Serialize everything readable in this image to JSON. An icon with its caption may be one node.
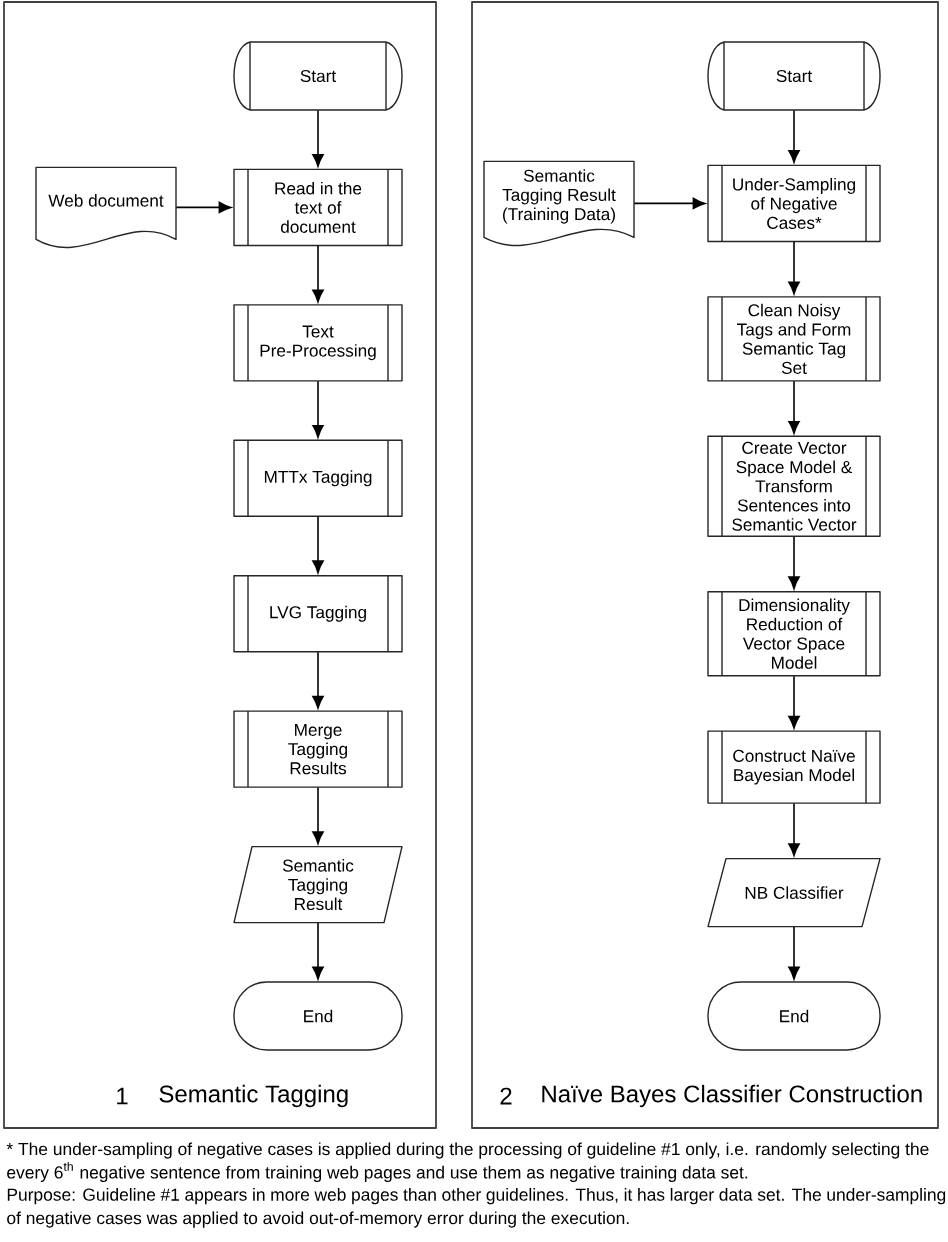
{
  "diagram": {
    "nodes": [
      {
        "text": [
          "1",
          "Semantic Tagging"
        ]
      },
      {
        "text": [
          "Start"
        ],
        "in": 0
      },
      {
        "text": [
          "Web document"
        ],
        "in": 0
      },
      {
        "text": [
          "Read in the text of document"
        ],
        "in": 0
      },
      {
        "text": [
          "Text Pre-Processing"
        ],
        "in": 0
      },
      {
        "text": [
          "MTTx Tagging"
        ],
        "in": 0
      },
      {
        "text": [
          "LVG Tagging"
        ],
        "in": 0
      },
      {
        "text": [
          "Merge Tagging Results"
        ],
        "in": 0
      },
      {
        "text": [
          "Semantic Tagging Result"
        ],
        "in": 0
      },
      {
        "text": [
          "End"
        ],
        "in": 0
      },
      {
        "text": [
          "2",
          "Naïve Bayes Classifier Construction"
        ]
      },
      {
        "text": [
          "Start"
        ],
        "in": 10
      },
      {
        "text": [
          "Semantic Tagging Result (Training Data)"
        ],
        "in": 10
      },
      {
        "text": [
          "Under-Sampling of Negative Cases*"
        ],
        "in": 10
      },
      {
        "text": [
          "Clean Noisy Tags and Form Semantic Tag Set"
        ],
        "in": 10
      },
      {
        "text": [
          "Create Vector Space Model & Transform Sentences into Semantic Vector"
        ],
        "in": 10
      },
      {
        "text": [
          "Dimensionality Reduction of Vector Space Model"
        ],
        "in": 10
      },
      {
        "text": [
          "Construct Naïve Bayesian Model"
        ],
        "in": 10
      },
      {
        "text": [
          "NB Classifier"
        ],
        "in": 10
      },
      {
        "text": [
          "End"
        ],
        "in": 10
      }
    ],
    "edges": [
      {
        "from": 1,
        "to": 3,
        "arrow": "to"
      },
      {
        "from": 2,
        "to": 3,
        "arrow": "to"
      },
      {
        "from": 3,
        "to": 4,
        "arrow": "to"
      },
      {
        "from": 4,
        "to": 5,
        "arrow": "to"
      },
      {
        "from": 5,
        "to": 6,
        "arrow": "to"
      },
      {
        "from": 6,
        "to": 7,
        "arrow": "to"
      },
      {
        "from": 7,
        "to": 8,
        "arrow": "to"
      },
      {
        "from": 8,
        "to": 9,
        "arrow": "to"
      },
      {
        "from": 11,
        "to": 13,
        "arrow": "to"
      },
      {
        "from": 12,
        "to": 13,
        "arrow": "to"
      },
      {
        "from": 13,
        "to": 14,
        "arrow": "to"
      },
      {
        "from": 14,
        "to": 15,
        "arrow": "to"
      },
      {
        "from": 15,
        "to": 16,
        "arrow": "to"
      },
      {
        "from": 16,
        "to": 17,
        "arrow": "to"
      },
      {
        "from": 17,
        "to": 18,
        "arrow": "to"
      },
      {
        "from": 18,
        "to": 19,
        "arrow": "to"
      }
    ],
    "labels": [
      "* The under-sampling of negative cases is applied during the processing of guideline #1 only, i.e. randomly selecting the every 6$^{th}$ negative sentence from training web pages and use them as negative training data set.",
      "Purpose: Guideline #1 appears in more web pages than other guidelines. Thus, it has larger data set. The under-sampling of negative cases was applied to avoid out-of-memory error during the execution."
    ]
  }
}
